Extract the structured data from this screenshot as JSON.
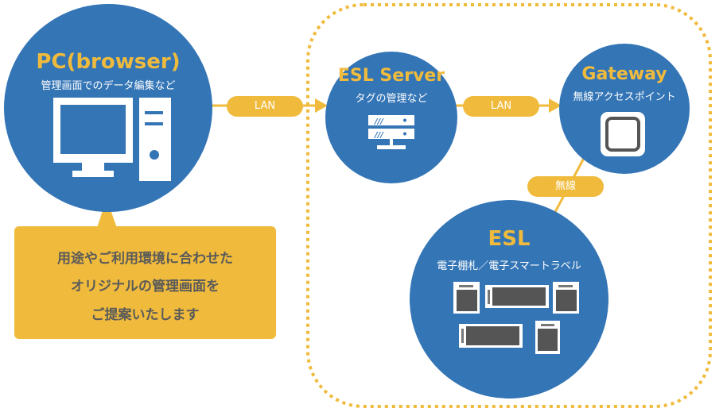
{
  "colors": {
    "node_blue": "#3475b6",
    "accent_yellow": "#f0bb3c",
    "text_white": "#ffffff",
    "callout_text": "#5a5a5a",
    "device_gray": "#555555"
  },
  "nodes": {
    "pc": {
      "title": "PC(browser)",
      "subtitle": "管理画面でのデータ編集など",
      "icon": "desktop-computer-icon"
    },
    "server": {
      "title": "ESL Server",
      "subtitle": "タグの管理など",
      "icon": "server-rack-icon"
    },
    "gateway": {
      "title": "Gateway",
      "subtitle": "無線アクセスポイント",
      "icon": "access-point-icon"
    },
    "esl": {
      "title": "ESL",
      "subtitle": "電子棚札／電子スマートラベル",
      "icon": "electronic-shelf-label-icon"
    }
  },
  "edges": [
    {
      "from": "pc",
      "to": "server",
      "label": "LAN"
    },
    {
      "from": "server",
      "to": "gateway",
      "label": "LAN"
    },
    {
      "from": "gateway",
      "to": "esl",
      "label": "無線"
    }
  ],
  "callout": {
    "lines": [
      "用途やご利用環境に合わせた",
      "オリジナルの管理画面を",
      "ご提案いたします"
    ]
  }
}
